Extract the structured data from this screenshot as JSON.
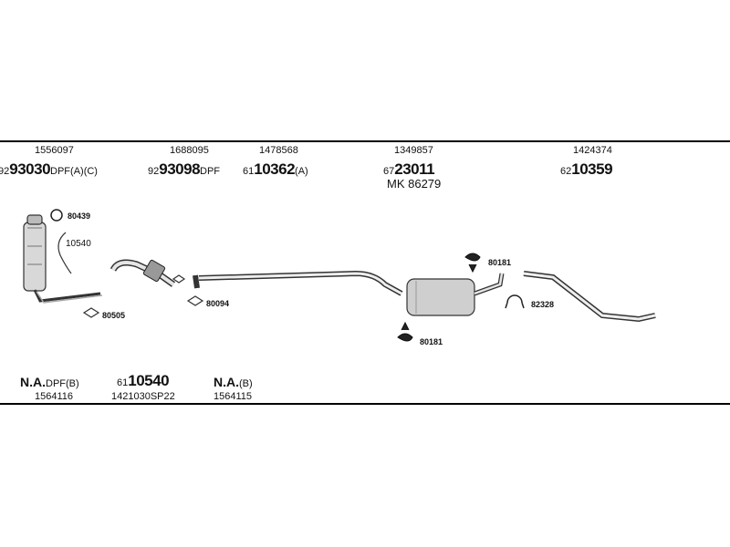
{
  "top_parts": [
    {
      "ref": "1556097",
      "prefix": "92",
      "num": "93030",
      "suffix": "DPF(A)(C)"
    },
    {
      "ref": "1688095",
      "prefix": "92",
      "num": "93098",
      "suffix": "DPF"
    },
    {
      "ref": "1478568",
      "prefix": "61",
      "num": "10362",
      "suffix": "(A)"
    },
    {
      "ref": "1349857",
      "prefix": "67",
      "num": "23011",
      "suffix": "",
      "extra": "MK  86279"
    },
    {
      "ref": "1424374",
      "prefix": "62",
      "num": "10359",
      "suffix": ""
    }
  ],
  "callouts": {
    "c1": "80439",
    "c2": "10540",
    "c3": "80505",
    "c4": "80094",
    "c5": "80181",
    "c6": "82328",
    "c7": "80181"
  },
  "bottom_parts": [
    {
      "name": "N.A.",
      "suffix": "DPF(B)",
      "ref": "1564116"
    },
    {
      "prefix": "61",
      "num": "10540",
      "ref": "1421030SP22"
    },
    {
      "name": "N.A.",
      "suffix": "(B)",
      "ref": "1564115"
    }
  ]
}
